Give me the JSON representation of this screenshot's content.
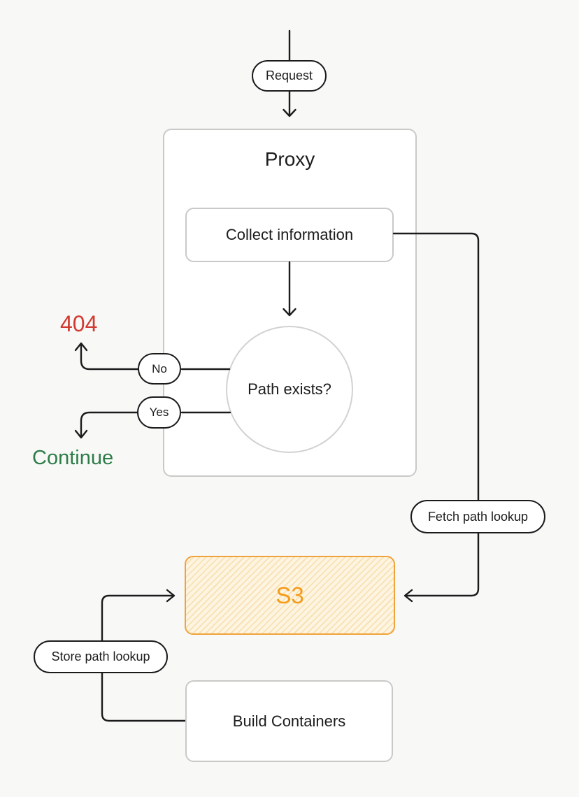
{
  "diagram": {
    "nodes": {
      "request": {
        "label": "Request"
      },
      "proxy": {
        "title": "Proxy"
      },
      "collect": {
        "label": "Collect information"
      },
      "decision": {
        "label": "Path exists?"
      },
      "no": {
        "label": "No"
      },
      "yes": {
        "label": "Yes"
      },
      "error": {
        "label": "404"
      },
      "continue": {
        "label": "Continue"
      },
      "fetch": {
        "label": "Fetch path lookup"
      },
      "s3": {
        "label": "S3"
      },
      "store": {
        "label": "Store path lookup"
      },
      "build": {
        "label": "Build Containers"
      }
    },
    "colors": {
      "background": "#f8f8f7",
      "line": "#1b1b1b",
      "box_border": "#c9c9c7",
      "error_text": "#d23a31",
      "success_text": "#2e7d49",
      "s3_border": "#f1a33b",
      "s3_text": "#f59b18",
      "s3_fill": "#fdf4e1",
      "s3_stripe": "#f8e2b4"
    }
  }
}
